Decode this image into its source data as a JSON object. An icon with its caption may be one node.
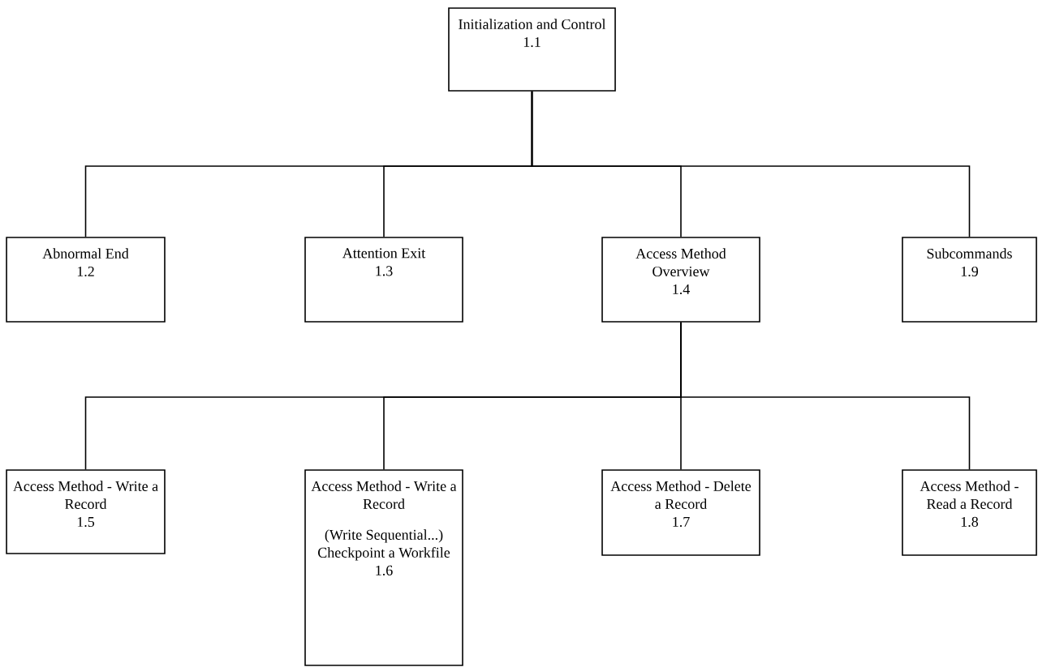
{
  "diagram": {
    "nodes": [
      {
        "text": [
          "Initialization and Control",
          "1.1"
        ]
      },
      {
        "text": [
          "Abnormal End",
          "1.2"
        ]
      },
      {
        "text": [
          "Attention Exit",
          "1.3"
        ]
      },
      {
        "text": [
          "Access Method Overview",
          "1.4"
        ]
      },
      {
        "text": [
          "Subcommands",
          "1.9"
        ]
      },
      {
        "text": [
          "Access Method - Write a Record",
          "1.5"
        ]
      },
      {
        "text": [
          "Access Method - Write a Record",
          "(Write Sequential...) Checkpoint a Workfile",
          "1.6"
        ]
      },
      {
        "text": [
          "Access Method - Delete a Record",
          "1.7"
        ]
      },
      {
        "text": [
          "Access Method - Read a Record",
          "1.8"
        ]
      }
    ],
    "edges": [
      {
        "from": 0,
        "to": 1,
        "arrow": "none"
      },
      {
        "from": 0,
        "to": 2,
        "arrow": "none"
      },
      {
        "from": 0,
        "to": 3,
        "arrow": "none"
      },
      {
        "from": 0,
        "to": 4,
        "arrow": "none"
      },
      {
        "from": 3,
        "to": 5,
        "arrow": "none"
      },
      {
        "from": 3,
        "to": 6,
        "arrow": "none"
      },
      {
        "from": 3,
        "to": 7,
        "arrow": "none"
      },
      {
        "from": 3,
        "to": 8,
        "arrow": "none"
      }
    ]
  }
}
